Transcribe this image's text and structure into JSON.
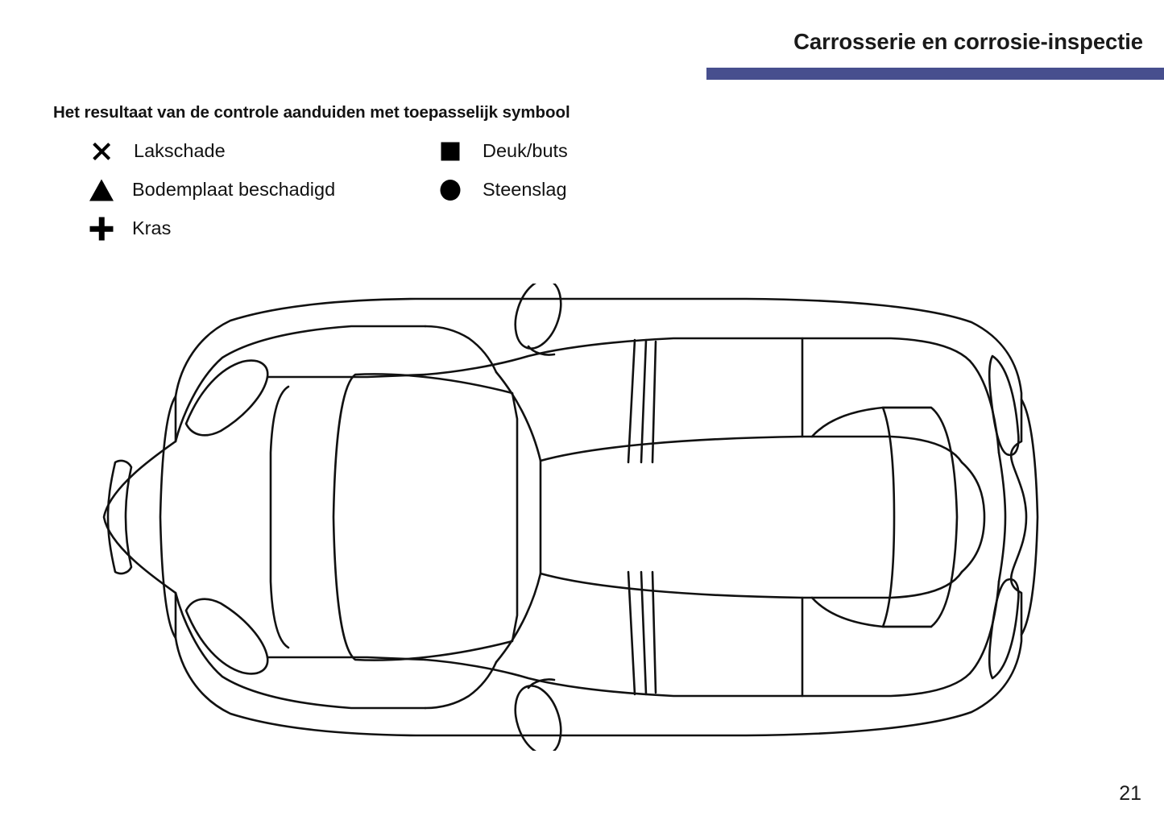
{
  "header": {
    "title": "Carrosserie en corrosie-inspectie",
    "rule_color": "#474f8e"
  },
  "instruction": "Het resultaat van de controle aanduiden met toepasselijk symbool",
  "legend": {
    "column_left": [
      {
        "symbol": "x-mark-icon",
        "label": "Lakschade"
      },
      {
        "symbol": "filled-triangle-icon",
        "label": "Bodemplaat beschadigd"
      },
      {
        "symbol": "plus-mark-icon",
        "label": "Kras"
      }
    ],
    "column_right": [
      {
        "symbol": "filled-square-icon",
        "label": "Deuk/buts"
      },
      {
        "symbol": "filled-circle-icon",
        "label": "Steenslag"
      }
    ]
  },
  "diagram": {
    "name": "car-top-view-diagram",
    "description": "Lijntekening van een auto van bovenaf gezien",
    "stroke_color": "#111111"
  },
  "footer": {
    "page_number": "21"
  }
}
